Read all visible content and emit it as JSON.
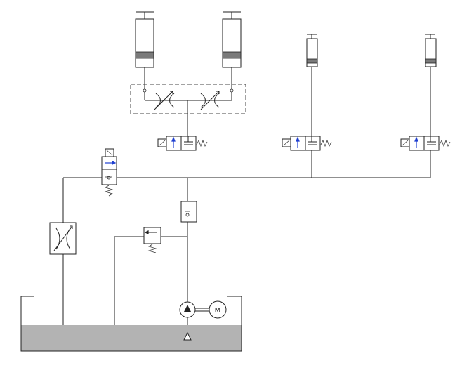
{
  "diagram": {
    "title": "",
    "colors": {
      "line": "#222222",
      "fluid": "#b3b3b3",
      "piston": "#7a7a7a",
      "solenoid_arrow": "#1f3fd0"
    },
    "components": {
      "cylinders": [
        {
          "id": "cylinder-1",
          "kind": "double-rod-cylinder"
        },
        {
          "id": "cylinder-2",
          "kind": "double-rod-cylinder"
        },
        {
          "id": "cylinder-3",
          "kind": "single-acting-cylinder"
        },
        {
          "id": "cylinder-4",
          "kind": "single-acting-cylinder"
        }
      ],
      "flow_control_group": {
        "id": "dual-throttle-check-valve",
        "kind": "adjustable-throttle-pair"
      },
      "directional_valves": [
        {
          "id": "valve-1",
          "kind": "solenoid-2-position",
          "actuation": "solenoid",
          "return": "spring"
        },
        {
          "id": "valve-2",
          "kind": "solenoid-2-position",
          "actuation": "solenoid",
          "return": "spring"
        },
        {
          "id": "valve-3",
          "kind": "solenoid-2-position",
          "actuation": "solenoid",
          "return": "spring"
        },
        {
          "id": "valve-left",
          "kind": "solenoid-check-valve",
          "actuation": "solenoid",
          "return": "spring"
        }
      ],
      "check_valve": {
        "id": "inline-check-valve"
      },
      "relief_valve": {
        "id": "pressure-relief-valve"
      },
      "throttle_valve": {
        "id": "variable-throttle"
      },
      "pump": {
        "id": "hydraulic-pump"
      },
      "motor": {
        "id": "electric-motor",
        "label": "M"
      },
      "filter": {
        "id": "suction-filter"
      },
      "tank": {
        "id": "oil-tank"
      }
    }
  }
}
